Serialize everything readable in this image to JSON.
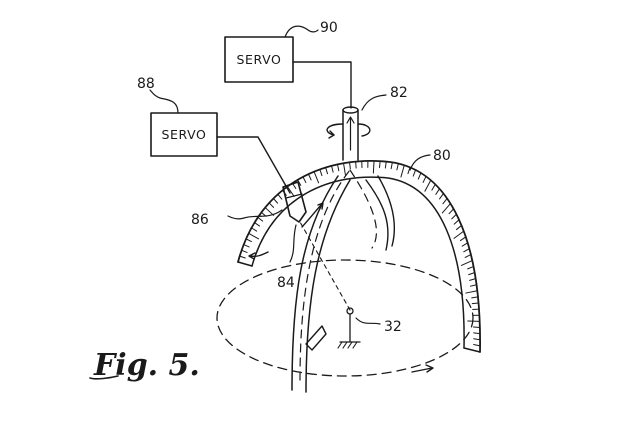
{
  "figure": {
    "caption": "Fig. 5.",
    "servo_boxes": [
      {
        "label": "SERVO",
        "ref": "90"
      },
      {
        "label": "SERVO",
        "ref": "88"
      }
    ],
    "reference_numerals": {
      "shaft": "82",
      "arc": "80",
      "tool": "86",
      "arrow": "84",
      "center": "32"
    }
  }
}
